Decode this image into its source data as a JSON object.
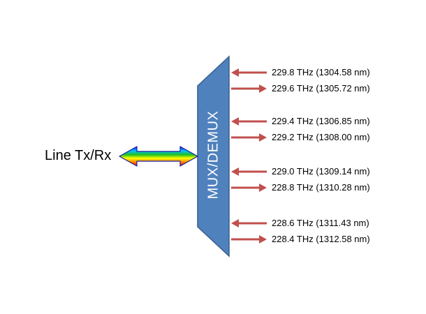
{
  "line_label": "Line Tx/Rx",
  "mux_label": "MUX/DEMUX",
  "colors": {
    "mux_fill": "#4f81bd",
    "mux_stroke": "#3a5f8c",
    "channel_arrow": "#c0504d"
  },
  "channels": [
    {
      "direction": "in",
      "label": "229.8 THz  (1304.58 nm)"
    },
    {
      "direction": "out",
      "label": "229.6 THz  (1305.72 nm)"
    },
    {
      "direction": "in",
      "label": "229.4 THz  (1306.85 nm)"
    },
    {
      "direction": "out",
      "label": "229.2 THz  (1308.00 nm)"
    },
    {
      "direction": "in",
      "label": "229.0 THz  (1309.14 nm)"
    },
    {
      "direction": "out",
      "label": "228.8 THz  (1310.28 nm)"
    },
    {
      "direction": "in",
      "label": "228.6 THz  (1311.43 nm)"
    },
    {
      "direction": "out",
      "label": "228.4 THz  (1312.58 nm)"
    }
  ]
}
